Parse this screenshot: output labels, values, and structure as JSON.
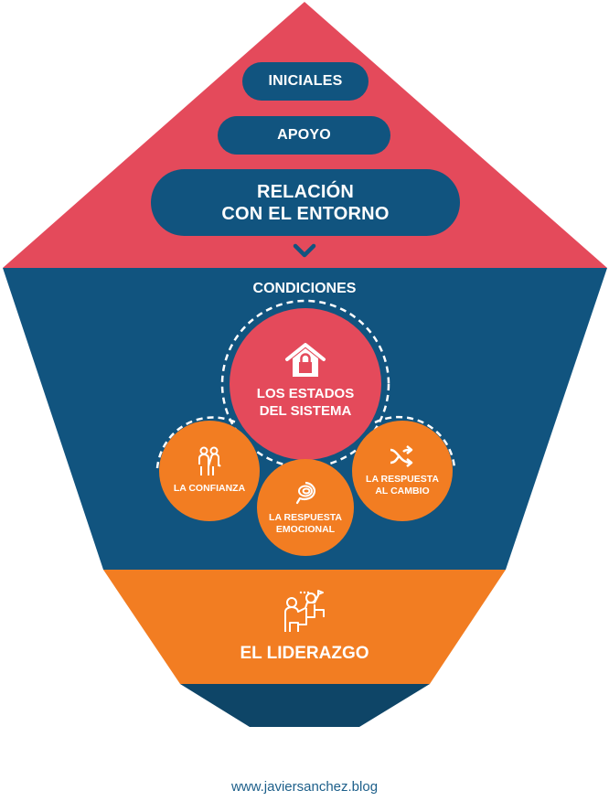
{
  "colors": {
    "red": "#e44a5b",
    "blue": "#11547f",
    "dark_blue": "#0e4567",
    "orange": "#f27d22",
    "white": "#ffffff",
    "footer_text": "#1d5f8a"
  },
  "top_section": {
    "pills": [
      {
        "label": "INICIALES"
      },
      {
        "label": "APOYO"
      },
      {
        "label_line1": "RELACIÓN",
        "label_line2": "CON EL ENTORNO"
      }
    ],
    "chevron_icon": "chevron-down-icon"
  },
  "middle_section": {
    "title": "CONDICIONES",
    "main_circle": {
      "line1": "LOS ESTADOS",
      "line2": "DEL SISTEMA",
      "icon": "house-lock-icon"
    },
    "left_circle": {
      "line1": "LA CONFIANZA",
      "icon": "two-people-icon"
    },
    "right_circle": {
      "line1": "LA RESPUESTA",
      "line2": "AL CAMBIO",
      "icon": "shuffle-arrows-icon"
    },
    "bottom_circle": {
      "line1": "LA RESPUESTA",
      "line2": "EMOCIONAL",
      "icon": "spiral-chat-icon"
    }
  },
  "bottom_section": {
    "title": "EL LIDERAZGO",
    "icon": "leader-climbing-stairs-icon"
  },
  "footer": {
    "url": "www.javiersanchez.blog"
  }
}
